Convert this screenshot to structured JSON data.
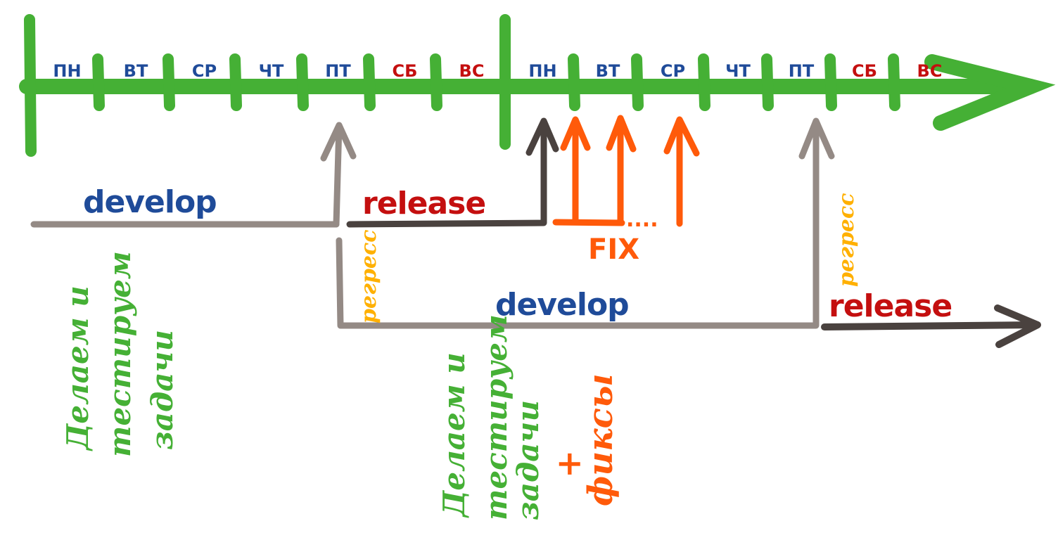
{
  "colors": {
    "timeline": "#45b035",
    "weekday": "#1f4b99",
    "weekend": "#c40f0f",
    "develop_line": "#948a85",
    "release_line": "#4a423f",
    "fix": "#ff5a0a",
    "regress": "#ffb000",
    "develop_label": "#1f4b99",
    "release_label": "#c40f0f",
    "note": "#45b035"
  },
  "timeline": {
    "weeks": [
      {
        "days": [
          {
            "label": "ПН",
            "weekend": false
          },
          {
            "label": "ВТ",
            "weekend": false
          },
          {
            "label": "СР",
            "weekend": false
          },
          {
            "label": "ЧТ",
            "weekend": false
          },
          {
            "label": "ПТ",
            "weekend": false
          },
          {
            "label": "СБ",
            "weekend": true
          },
          {
            "label": "ВС",
            "weekend": true
          }
        ]
      },
      {
        "days": [
          {
            "label": "ПН",
            "weekend": false
          },
          {
            "label": "ВТ",
            "weekend": false
          },
          {
            "label": "СР",
            "weekend": false
          },
          {
            "label": "ЧТ",
            "weekend": false
          },
          {
            "label": "ПТ",
            "weekend": false
          },
          {
            "label": "СБ",
            "weekend": true
          },
          {
            "label": "ВС",
            "weekend": true
          }
        ]
      }
    ]
  },
  "branches": {
    "develop_1": "develop",
    "release_1": "release",
    "develop_2": "develop",
    "release_2": "release"
  },
  "labels": {
    "regress_1": "регресс",
    "regress_2": "регресс",
    "fix": "FIX",
    "fix_dots": "....",
    "note_1": [
      "Делаем и",
      "тестируем",
      "задачи"
    ],
    "note_2": [
      "Делаем и",
      "тестируем",
      "задачи"
    ],
    "note_2_plus": "+",
    "note_2_fixes": "фиксы"
  }
}
